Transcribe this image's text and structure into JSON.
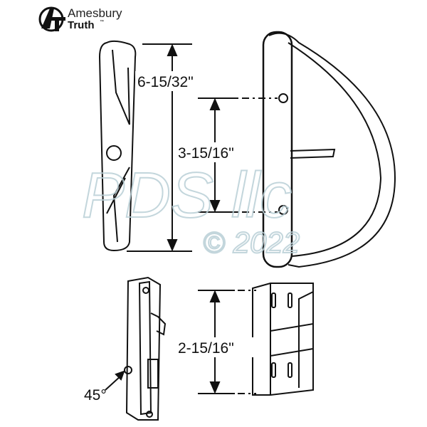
{
  "brand": {
    "line1": "Amesbury",
    "line2": "Truth",
    "trademark": "™",
    "logo_mark": "AT"
  },
  "dimensions": {
    "handle_height": "6-15/32\"",
    "screw_spacing": "3-15/16\"",
    "keeper_height": "2-15/16\"",
    "latch_angle": "45°"
  },
  "watermark": {
    "text": "PDS llc",
    "copyright": "© 2022"
  },
  "colors": {
    "line": "#111111",
    "watermark": "#b9cfd6"
  }
}
